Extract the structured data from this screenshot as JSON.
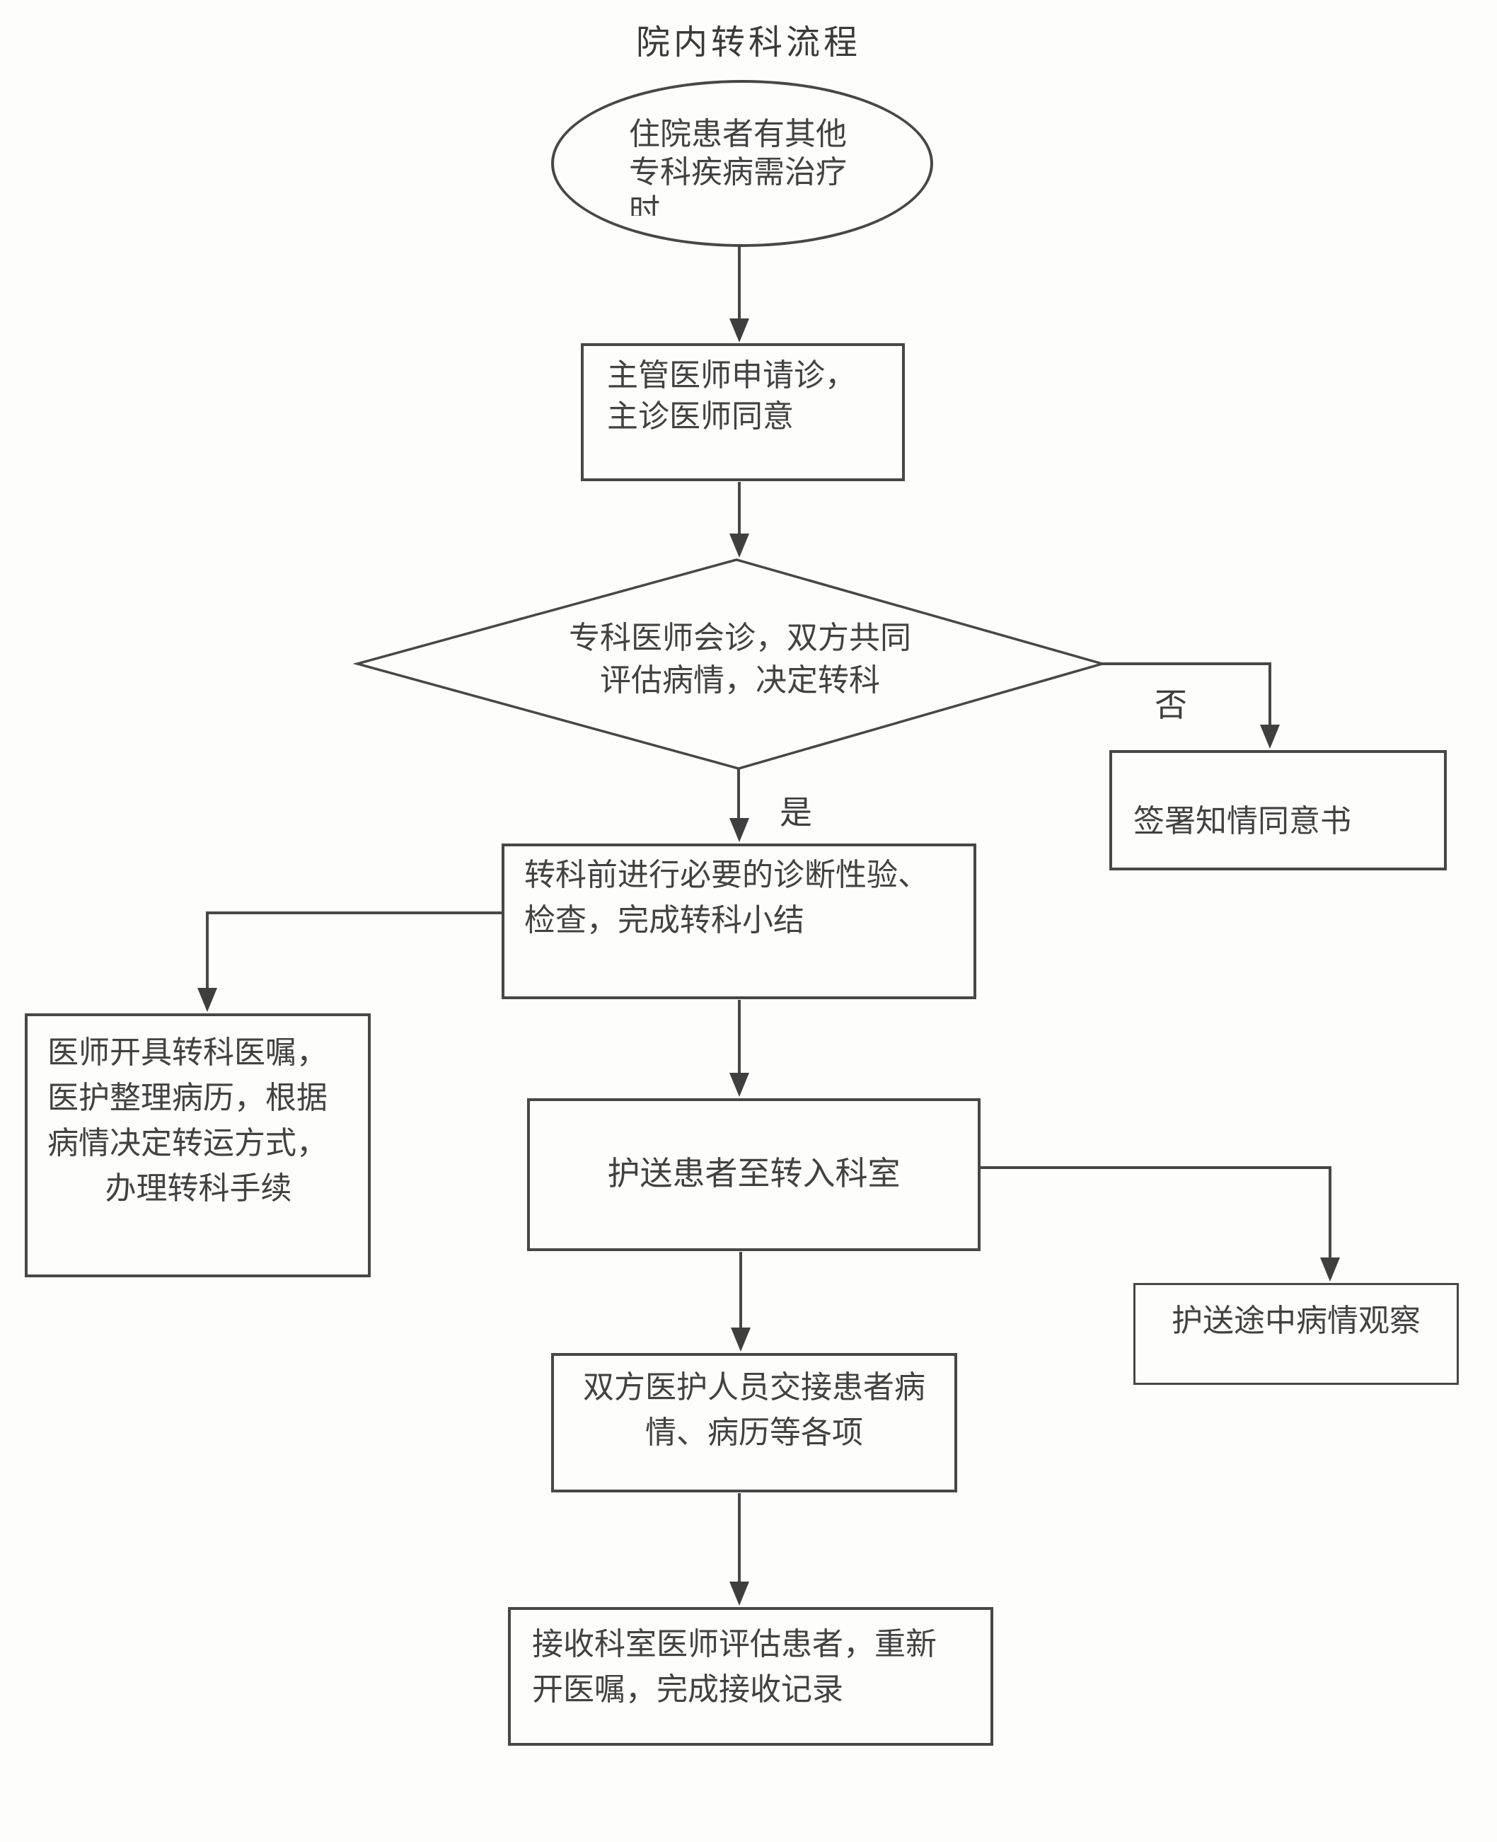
{
  "title": "院内转科流程",
  "colors": {
    "ink": "#474747"
  },
  "nodes": {
    "start": {
      "shape": "ellipse",
      "lines": [
        "住院患者有其他",
        "专科疾病需治疗",
        "时"
      ]
    },
    "apply": {
      "shape": "rect",
      "lines": [
        "主管医师申请诊，",
        "主诊医师同意"
      ]
    },
    "consult": {
      "shape": "diamond",
      "lines": [
        "专科医师会诊，双方共同",
        "评估病情，决定转科"
      ]
    },
    "consent": {
      "shape": "rect",
      "lines": [
        "签署知情同意书"
      ]
    },
    "prepare": {
      "shape": "rect",
      "lines": [
        "转科前进行必要的诊断性验、",
        "检查，完成转科小结"
      ]
    },
    "orders": {
      "shape": "rect",
      "lines": [
        "医师开具转科医嘱，",
        "医护整理病历，根据",
        "病情决定转运方式，",
        "办理转科手续"
      ]
    },
    "escort": {
      "shape": "rect",
      "lines": [
        "护送患者至转入科室"
      ]
    },
    "observe": {
      "shape": "rect",
      "lines": [
        "护送途中病情观察"
      ]
    },
    "handover": {
      "shape": "rect",
      "lines": [
        "双方医护人员交接患者病",
        "情、病历等各项"
      ]
    },
    "receive": {
      "shape": "rect",
      "lines": [
        "接收科室医师评估患者，重新",
        "开医嘱，完成接收记录"
      ]
    }
  },
  "edges": [
    {
      "from": "start",
      "to": "apply",
      "label": ""
    },
    {
      "from": "apply",
      "to": "consult",
      "label": ""
    },
    {
      "from": "consult",
      "to": "prepare",
      "label": "是"
    },
    {
      "from": "consult",
      "to": "consent",
      "label": "否"
    },
    {
      "from": "prepare",
      "to": "orders",
      "label": ""
    },
    {
      "from": "prepare",
      "to": "escort",
      "label": ""
    },
    {
      "from": "escort",
      "to": "observe",
      "label": ""
    },
    {
      "from": "escort",
      "to": "handover",
      "label": ""
    },
    {
      "from": "handover",
      "to": "receive",
      "label": ""
    }
  ]
}
